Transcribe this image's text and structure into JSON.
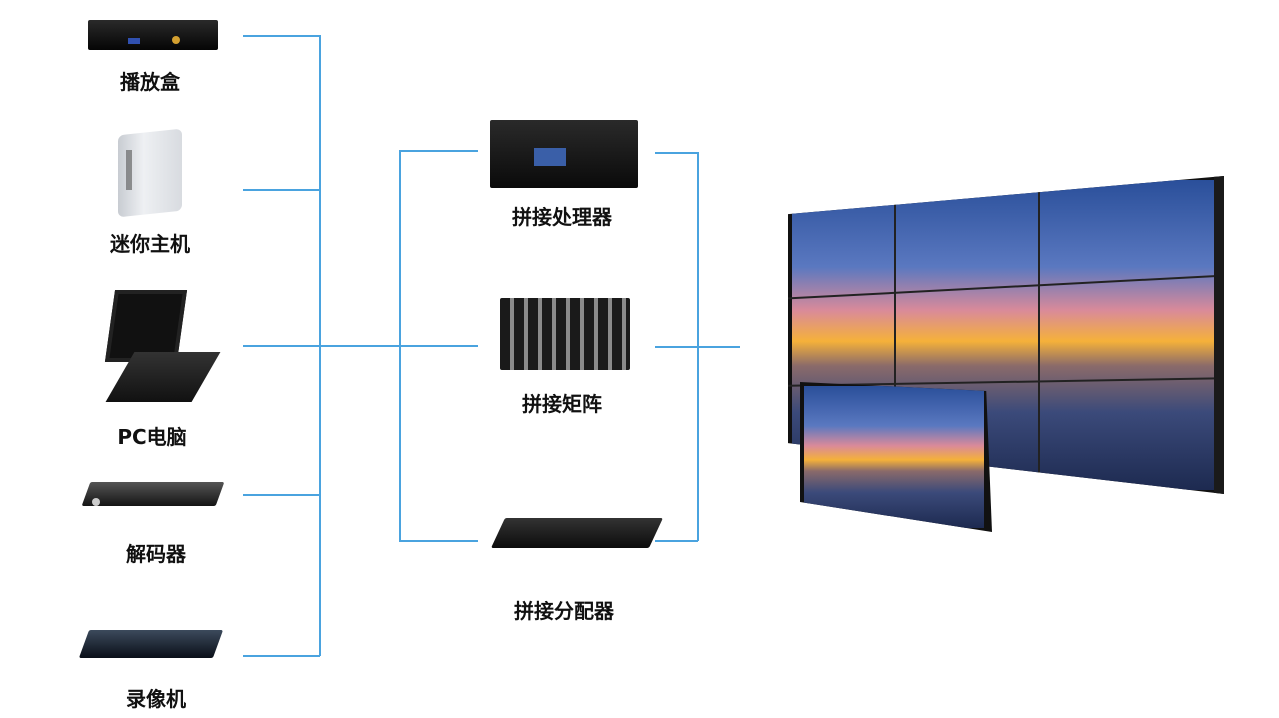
{
  "sources": [
    {
      "label": "播放盒",
      "icon": "media-player-box-icon"
    },
    {
      "label": "迷你主机",
      "icon": "mini-pc-icon"
    },
    {
      "label": "PC电脑",
      "icon": "laptop-icon"
    },
    {
      "label": "解码器",
      "icon": "decoder-icon"
    },
    {
      "label": "录像机",
      "icon": "video-recorder-icon"
    }
  ],
  "processors": [
    {
      "label": "拼接处理器",
      "icon": "splicing-processor-icon"
    },
    {
      "label": "拼接矩阵",
      "icon": "splicing-matrix-icon"
    },
    {
      "label": "拼接分配器",
      "icon": "splicing-distributor-icon"
    }
  ],
  "line_color": "#4aa3df"
}
